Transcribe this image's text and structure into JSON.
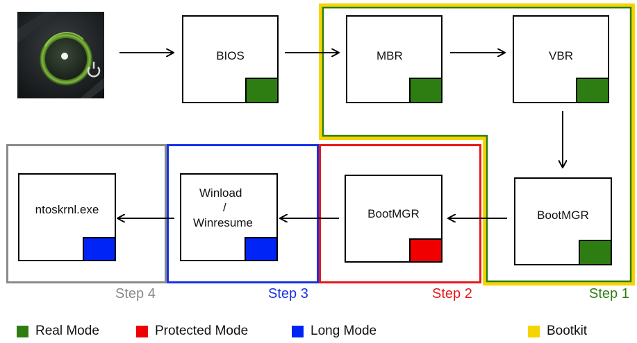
{
  "colors": {
    "real_mode": "#2e7d12",
    "protected_mode": "#f00000",
    "long_mode": "#0024f5",
    "bootkit": "#f6d400",
    "step1": "#2e7d12",
    "step2": "#e8161b",
    "step3": "#1632e6",
    "step4": "#8a8a8a"
  },
  "nodes": {
    "power": {
      "icon": "power-button-photo"
    },
    "bios": {
      "label": "BIOS",
      "mode": "real_mode"
    },
    "mbr": {
      "label": "MBR",
      "mode": "real_mode"
    },
    "vbr": {
      "label": "VBR",
      "mode": "real_mode"
    },
    "bootmgr1": {
      "label": "BootMGR",
      "mode": "real_mode"
    },
    "bootmgr2": {
      "label": "BootMGR",
      "mode": "protected_mode"
    },
    "winload": {
      "line1": "Winload",
      "line2": "/",
      "line3": "Winresume",
      "mode": "long_mode"
    },
    "ntoskrnl": {
      "label": "ntoskrnl.exe",
      "mode": "long_mode"
    }
  },
  "steps": {
    "step1": "Step 1",
    "step2": "Step 2",
    "step3": "Step 3",
    "step4": "Step 4"
  },
  "legend": {
    "real_mode": "Real Mode",
    "protected_mode": "Protected Mode",
    "long_mode": "Long Mode",
    "bootkit": "Bootkit"
  }
}
